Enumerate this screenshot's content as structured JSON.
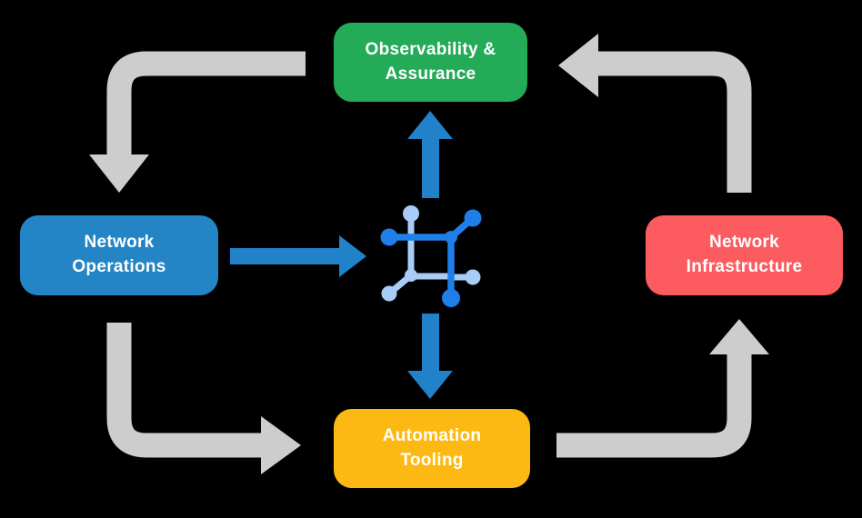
{
  "colors": {
    "background": "#000000",
    "node-green": "#23AB57",
    "node-blue": "#2385C6",
    "node-red": "#FC5B5F",
    "node-yellow": "#FDB913",
    "node-text": "#FFFFFF",
    "arrow-gray": "#CDCDCD",
    "arrow-blue": "#2181C9",
    "icon-blue": "#1F7FE9",
    "icon-light-blue": "#A9CCF6"
  },
  "nodes": {
    "observability": {
      "line1": "Observability &",
      "line2": "Assurance"
    },
    "operations": {
      "line1": "Network",
      "line2": "Operations"
    },
    "infrastructure": {
      "line1": "Network",
      "line2": "Infrastructure"
    },
    "automation": {
      "line1": "Automation",
      "line2": "Tooling"
    }
  },
  "icons": {
    "center": "network-automation-icon"
  }
}
